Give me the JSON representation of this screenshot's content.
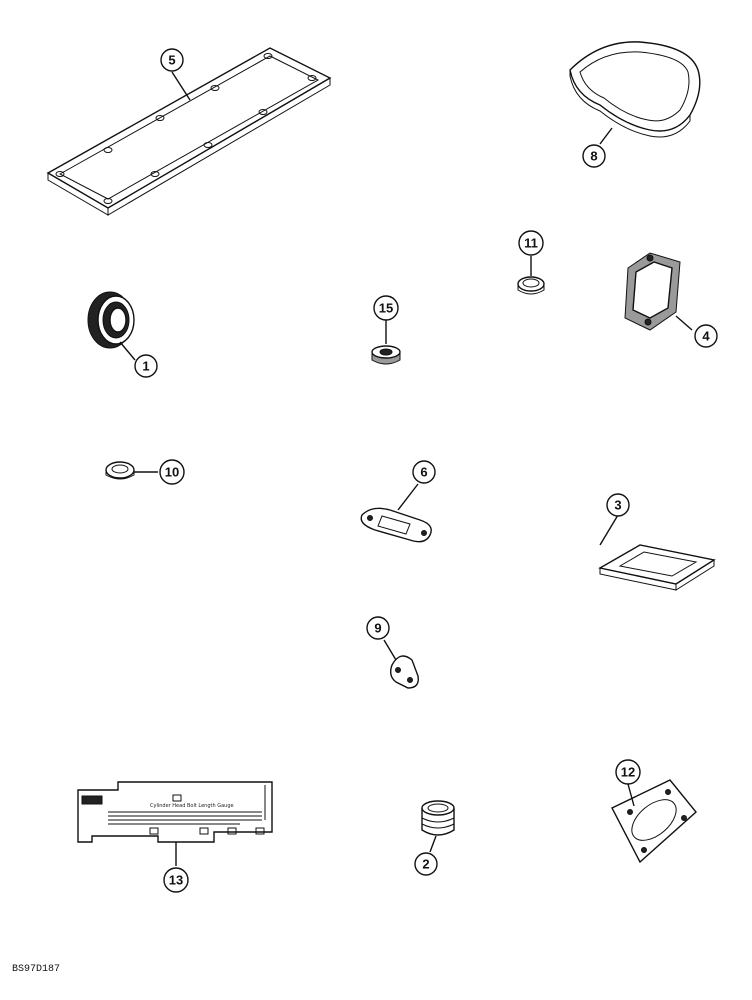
{
  "figure_id": "BS97D187",
  "decal_text": "Cylinder Head Bolt Length Gauge",
  "callouts": [
    {
      "id": "callout-5",
      "label": "5",
      "part": "valve-cover-gasket"
    },
    {
      "id": "callout-8",
      "label": "8",
      "part": "rocker-cover-gasket"
    },
    {
      "id": "callout-11",
      "label": "11",
      "part": "sealing-washer"
    },
    {
      "id": "callout-4",
      "label": "4",
      "part": "outlet-gasket"
    },
    {
      "id": "callout-15",
      "label": "15",
      "part": "plug"
    },
    {
      "id": "callout-1",
      "label": "1",
      "part": "oil-seal"
    },
    {
      "id": "callout-10",
      "label": "10",
      "part": "washer"
    },
    {
      "id": "callout-6",
      "label": "6",
      "part": "flange-gasket"
    },
    {
      "id": "callout-3",
      "label": "3",
      "part": "exhaust-gasket"
    },
    {
      "id": "callout-9",
      "label": "9",
      "part": "clip"
    },
    {
      "id": "callout-13",
      "label": "13",
      "part": "bolt-length-gauge-decal"
    },
    {
      "id": "callout-2",
      "label": "2",
      "part": "cup-plug"
    },
    {
      "id": "callout-12",
      "label": "12",
      "part": "manifold-gasket"
    }
  ]
}
